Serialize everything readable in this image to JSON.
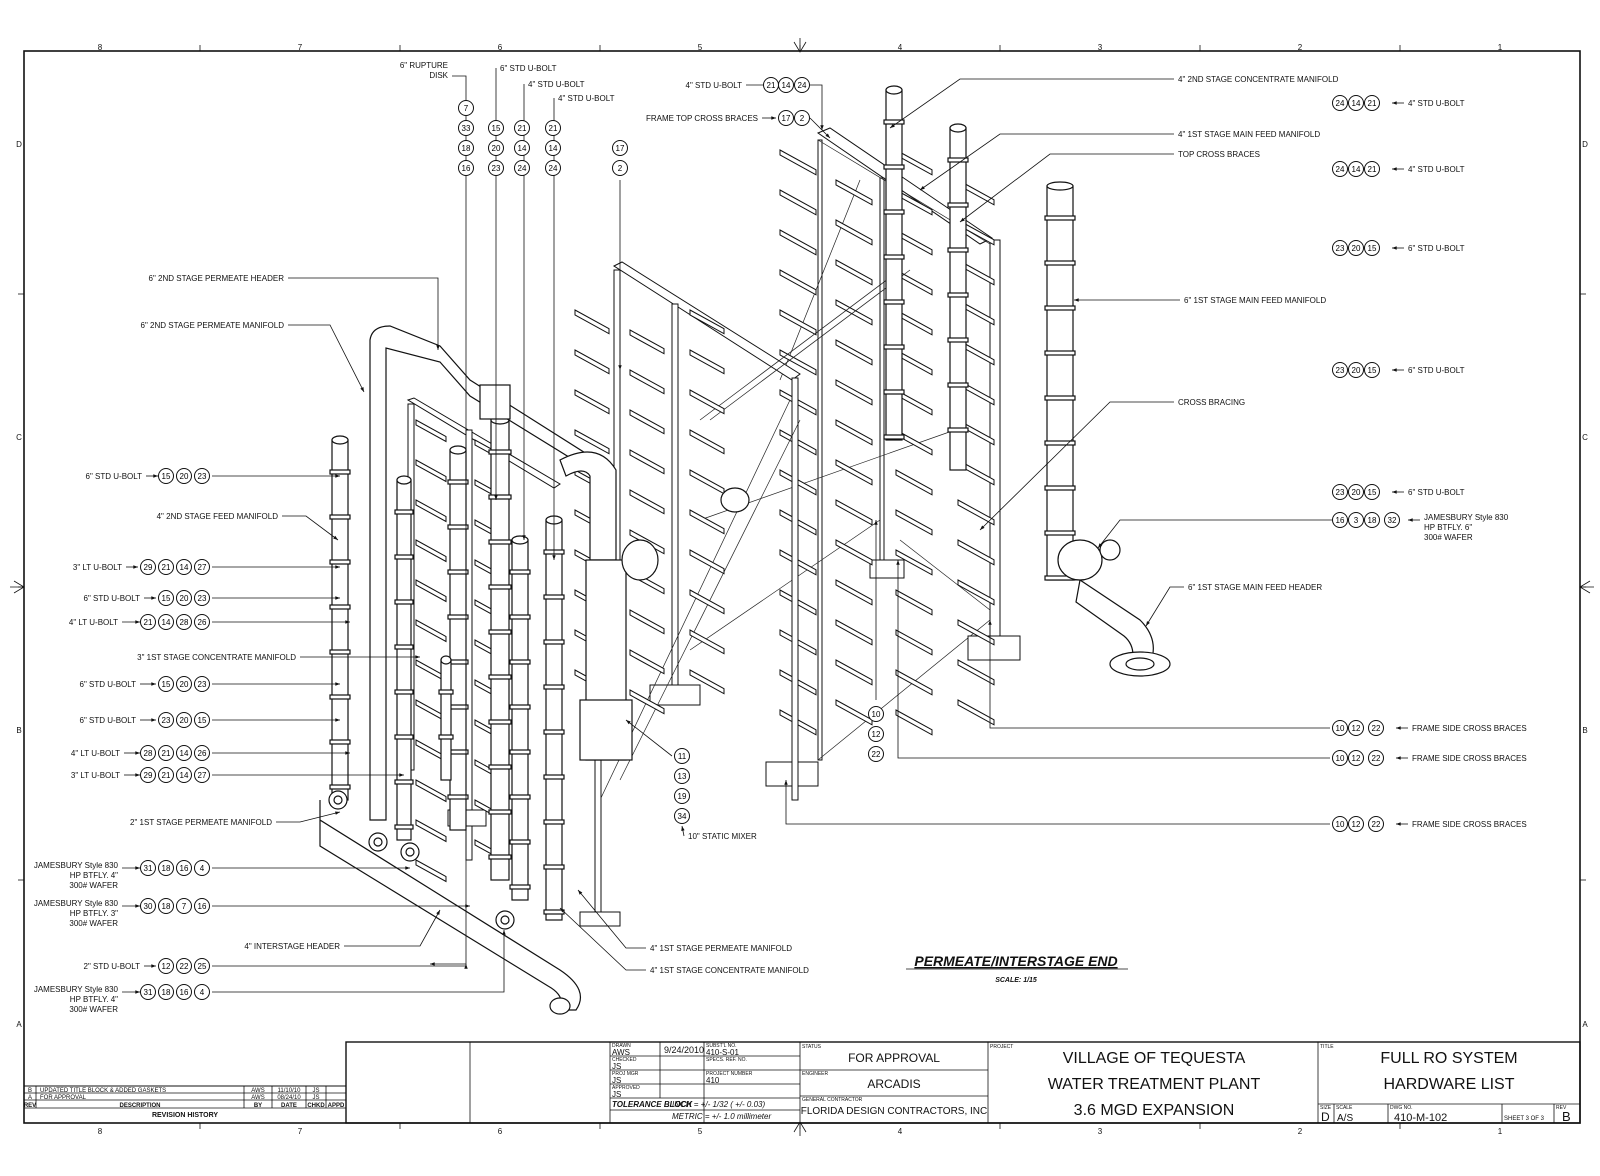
{
  "zones": {
    "top": [
      "8",
      "7",
      "6",
      "5",
      "4",
      "3",
      "2",
      "1"
    ],
    "bottom": [
      "8",
      "7",
      "6",
      "5",
      "4",
      "3",
      "2",
      "1"
    ],
    "side": [
      "D",
      "C",
      "B",
      "A"
    ]
  },
  "drawing_title": "PERMEATE/INTERSTAGE END",
  "drawing_scale": "SCALE: 1/15",
  "callouts": [
    {
      "id": "c1",
      "label": "6\" RUPTURE DISK",
      "balloons": [
        "7",
        "33",
        "18",
        "16"
      ]
    },
    {
      "id": "c2",
      "label": "6\" STD U-BOLT",
      "balloons": [
        "15",
        "20",
        "23"
      ]
    },
    {
      "id": "c3",
      "label": "4\" STD U-BOLT",
      "balloons": [
        "21",
        "14",
        "24"
      ]
    },
    {
      "id": "c4",
      "label": "4\" STD U-BOLT",
      "balloons": [
        "21",
        "14",
        "24"
      ]
    },
    {
      "id": "c5",
      "label": "",
      "balloons": [
        "17",
        "2"
      ]
    },
    {
      "id": "c6",
      "label": "4\" STD U-BOLT",
      "balloons": [
        "21",
        "14",
        "24"
      ]
    },
    {
      "id": "c7",
      "label": "FRAME TOP CROSS BRACES",
      "balloons": [
        "17",
        "2"
      ]
    },
    {
      "id": "c8",
      "label": "4\" 2ND STAGE CONCENTRATE MANIFOLD",
      "balloons": []
    },
    {
      "id": "c9",
      "label": "4\" STD U-BOLT",
      "balloons": [
        "24",
        "14",
        "21"
      ]
    },
    {
      "id": "c10",
      "label": "4\" 1ST STAGE MAIN FEED MANIFOLD",
      "balloons": []
    },
    {
      "id": "c11",
      "label": "TOP CROSS BRACES",
      "balloons": []
    },
    {
      "id": "c12",
      "label": "4\" STD U-BOLT",
      "balloons": [
        "24",
        "14",
        "21"
      ]
    },
    {
      "id": "c13",
      "label": "6\" STD U-BOLT",
      "balloons": [
        "23",
        "20",
        "15"
      ]
    },
    {
      "id": "c14",
      "label": "6\" 1ST STAGE MAIN FEED MANIFOLD",
      "balloons": []
    },
    {
      "id": "c15",
      "label": "6\" STD U-BOLT",
      "balloons": [
        "23",
        "20",
        "15"
      ]
    },
    {
      "id": "c16",
      "label": "CROSS BRACING",
      "balloons": []
    },
    {
      "id": "c17",
      "label": "6\" STD U-BOLT",
      "balloons": [
        "23",
        "20",
        "15"
      ]
    },
    {
      "id": "c18",
      "label": "JAMESBURY Style 830 HP BTFLY. 6\" 300# WAFER",
      "balloons": [
        "16",
        "3",
        "18",
        "32"
      ]
    },
    {
      "id": "c19",
      "label": "6\" 1ST STAGE MAIN FEED HEADER",
      "balloons": []
    },
    {
      "id": "c20",
      "label": "FRAME SIDE CROSS BRACES",
      "balloons": [
        "10",
        "12",
        "22"
      ]
    },
    {
      "id": "c21",
      "label": "FRAME SIDE CROSS BRACES",
      "balloons": [
        "10",
        "12",
        "22"
      ]
    },
    {
      "id": "c22",
      "label": "FRAME SIDE CROSS BRACES",
      "balloons": [
        "10",
        "12",
        "22"
      ]
    },
    {
      "id": "c23",
      "label": "",
      "balloons": [
        "10",
        "12",
        "22"
      ]
    },
    {
      "id": "c24",
      "label": "10\" STATIC MIXER",
      "balloons": [
        "11",
        "13",
        "19",
        "34"
      ]
    },
    {
      "id": "c25",
      "label": "6\" 2ND STAGE PERMEATE HEADER",
      "balloons": []
    },
    {
      "id": "c26",
      "label": "6\" 2ND STAGE PERMEATE MANIFOLD",
      "balloons": []
    },
    {
      "id": "c27",
      "label": "6\" STD U-BOLT",
      "balloons": [
        "15",
        "20",
        "23"
      ]
    },
    {
      "id": "c28",
      "label": "4\" 2ND STAGE FEED MANIFOLD",
      "balloons": []
    },
    {
      "id": "c29",
      "label": "3\" LT U-BOLT",
      "balloons": [
        "29",
        "21",
        "14",
        "27"
      ]
    },
    {
      "id": "c30",
      "label": "6\" STD U-BOLT",
      "balloons": [
        "15",
        "20",
        "23"
      ]
    },
    {
      "id": "c31",
      "label": "4\" LT U-BOLT",
      "balloons": [
        "21",
        "14",
        "28",
        "26"
      ]
    },
    {
      "id": "c32",
      "label": "3\" 1ST STAGE CONCENTRATE MANIFOLD",
      "balloons": []
    },
    {
      "id": "c33",
      "label": "6\" STD U-BOLT",
      "balloons": [
        "15",
        "20",
        "23"
      ]
    },
    {
      "id": "c34",
      "label": "6\" STD U-BOLT",
      "balloons": [
        "23",
        "20",
        "15"
      ]
    },
    {
      "id": "c35",
      "label": "4\" LT U-BOLT",
      "balloons": [
        "28",
        "21",
        "14",
        "26"
      ]
    },
    {
      "id": "c36",
      "label": "3\" LT U-BOLT",
      "balloons": [
        "29",
        "21",
        "14",
        "27"
      ]
    },
    {
      "id": "c37",
      "label": "2\" 1ST STAGE PERMEATE MANIFOLD",
      "balloons": []
    },
    {
      "id": "c38",
      "label": "JAMESBURY Style 830 HP BTFLY. 4\" 300# WAFER",
      "balloons": [
        "31",
        "18",
        "16",
        "4"
      ]
    },
    {
      "id": "c39",
      "label": "JAMESBURY Style 830 HP BTFLY. 3\" 300# WAFER",
      "balloons": [
        "30",
        "18",
        "7",
        "16"
      ]
    },
    {
      "id": "c40",
      "label": "4\" INTERSTAGE HEADER",
      "balloons": []
    },
    {
      "id": "c41",
      "label": "2\" STD U-BOLT",
      "balloons": [
        "12",
        "22",
        "25"
      ]
    },
    {
      "id": "c42",
      "label": "JAMESBURY Style 830 HP BTFLY. 4\" 300# WAFER",
      "balloons": [
        "31",
        "18",
        "16",
        "4"
      ]
    },
    {
      "id": "c43",
      "label": "4\" 1ST STAGE PERMEATE MANIFOLD",
      "balloons": []
    },
    {
      "id": "c44",
      "label": "4\" 1ST STAGE CONCENTRATE MANIFOLD",
      "balloons": []
    }
  ],
  "revisions": {
    "rows": [
      {
        "rev": "B",
        "description": "UPDATED TITLE BLOCK & ADDED GASKETS",
        "by": "AWS",
        "date": "11/10/10",
        "chkd": "JS",
        "appd": ""
      },
      {
        "rev": "A",
        "description": "FOR APPROVAL",
        "by": "AWS",
        "date": "08/24/10",
        "chkd": "JS",
        "appd": ""
      }
    ],
    "headers": {
      "rev": "REV",
      "description": "DESCRIPTION",
      "by": "BY",
      "date": "DATE",
      "chkd": "CHKD",
      "appd": "APPD"
    },
    "caption": "REVISION HISTORY"
  },
  "title_block": {
    "drawn_label": "DRAWN",
    "drawn": "AWS",
    "date": "9/24/2010",
    "checked_label": "CHECKED",
    "checked": "JS",
    "proj_mgr_label": "PROJ MGR",
    "proj_mgr": "JS",
    "approved_label": "APPROVED",
    "approved": "JS",
    "subst_label": "SUBST'L NO.",
    "subst": "410-S-01",
    "specs_label": "SPECS. REF. NO.",
    "specs": "",
    "project_number_label": "PROJECT NUMBER",
    "project_number": "410",
    "tolerance_label": "TOLERANCE BLOCK",
    "tol_inch": "INCH = +/- 1/32 ( +/- 0.03)",
    "tol_metric": "METRIC = +/- 1.0 millimeter",
    "status_label": "STATUS",
    "status": "FOR APPROVAL",
    "engineer_label": "ENGINEER",
    "engineer": "ARCADIS",
    "contractor_label": "GENERAL CONTRACTOR",
    "contractor": "FLORIDA DESIGN CONTRACTORS, INC",
    "project_label": "PROJECT",
    "project_lines": [
      "VILLAGE OF TEQUESTA",
      "WATER TREATMENT PLANT",
      "3.6 MGD EXPANSION"
    ],
    "title_label": "TITLE",
    "title_lines": [
      "FULL RO SYSTEM",
      "HARDWARE LIST"
    ],
    "size_label": "SIZE",
    "size": "D",
    "scale_label": "SCALE",
    "scale": "A/S",
    "dwg_label": "DWG NO.",
    "dwg": "410-M-102",
    "sheet": "SHEET 3 OF 3",
    "rev_label": "REV",
    "rev": "B"
  }
}
